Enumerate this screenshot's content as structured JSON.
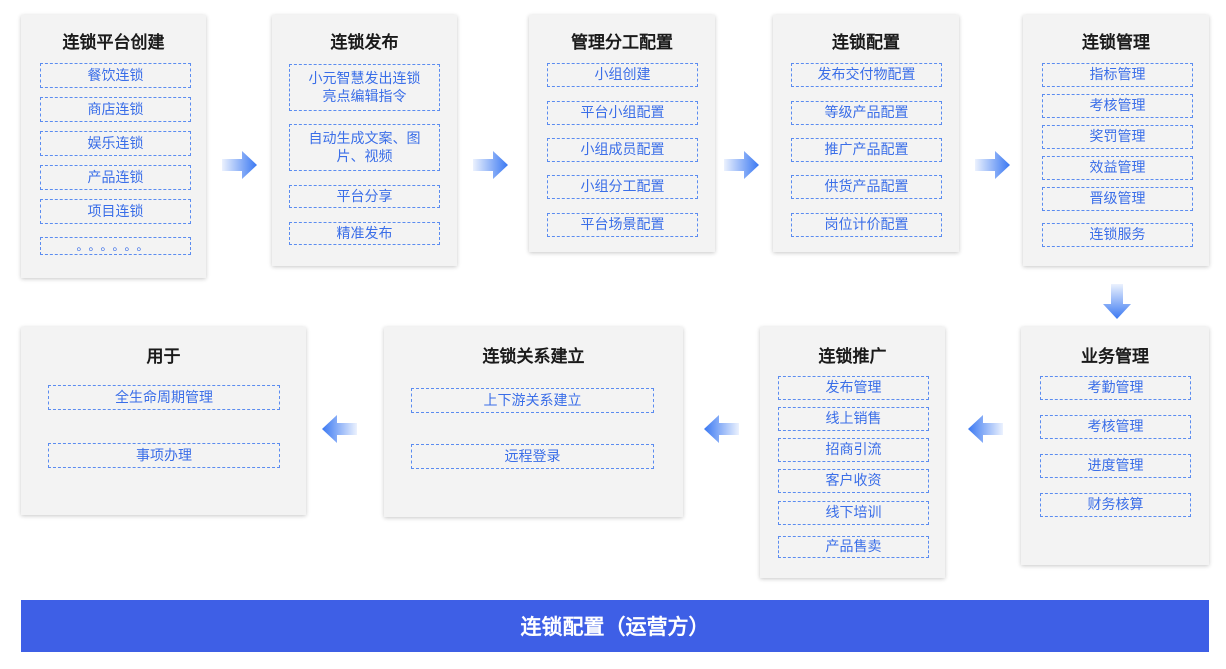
{
  "steps": [
    {
      "title": "连锁平台创建",
      "items": [
        "餐饮连锁",
        "商店连锁",
        "娱乐连锁",
        "产品连锁",
        "项目连锁",
        "。。。。。。"
      ]
    },
    {
      "title": "连锁发布",
      "items": [
        "小元智慧发出连锁\n亮点编辑指令",
        "自动生成文案、图\n片、视频",
        "平台分享",
        "精准发布"
      ]
    },
    {
      "title": "管理分工配置",
      "items": [
        "小组创建",
        "平台小组配置",
        "小组成员配置",
        "小组分工配置",
        "平台场景配置"
      ]
    },
    {
      "title": "连锁配置",
      "items": [
        "发布交付物配置",
        "等级产品配置",
        "推广产品配置",
        "供货产品配置",
        "岗位计价配置"
      ]
    },
    {
      "title": "连锁管理",
      "items": [
        "指标管理",
        "考核管理",
        "奖罚管理",
        "效益管理",
        "晋级管理",
        "连锁服务"
      ]
    },
    {
      "title": "业务管理",
      "items": [
        "考勤管理",
        "考核管理",
        "进度管理",
        "财务核算"
      ]
    },
    {
      "title": "连锁推广",
      "items": [
        "发布管理",
        "线上销售",
        "招商引流",
        "客户收资",
        "线下培训",
        "产品售卖"
      ]
    },
    {
      "title": "连锁关系建立",
      "items": [
        "上下游关系建立",
        "远程登录"
      ]
    },
    {
      "title": "用于",
      "items": [
        "全生命周期管理",
        "事项办理"
      ]
    }
  ],
  "banner": "连锁配置（运营方）",
  "colors": {
    "accent": "#3e5fe6",
    "item_text": "#3a6ee8",
    "item_border": "#5b8cf0",
    "card_bg": "#f3f3f3",
    "arrow": "#3a78f2"
  },
  "icons": {
    "flow_arrow": "arrow-right-icon / arrow-down-icon / arrow-left-icon"
  }
}
